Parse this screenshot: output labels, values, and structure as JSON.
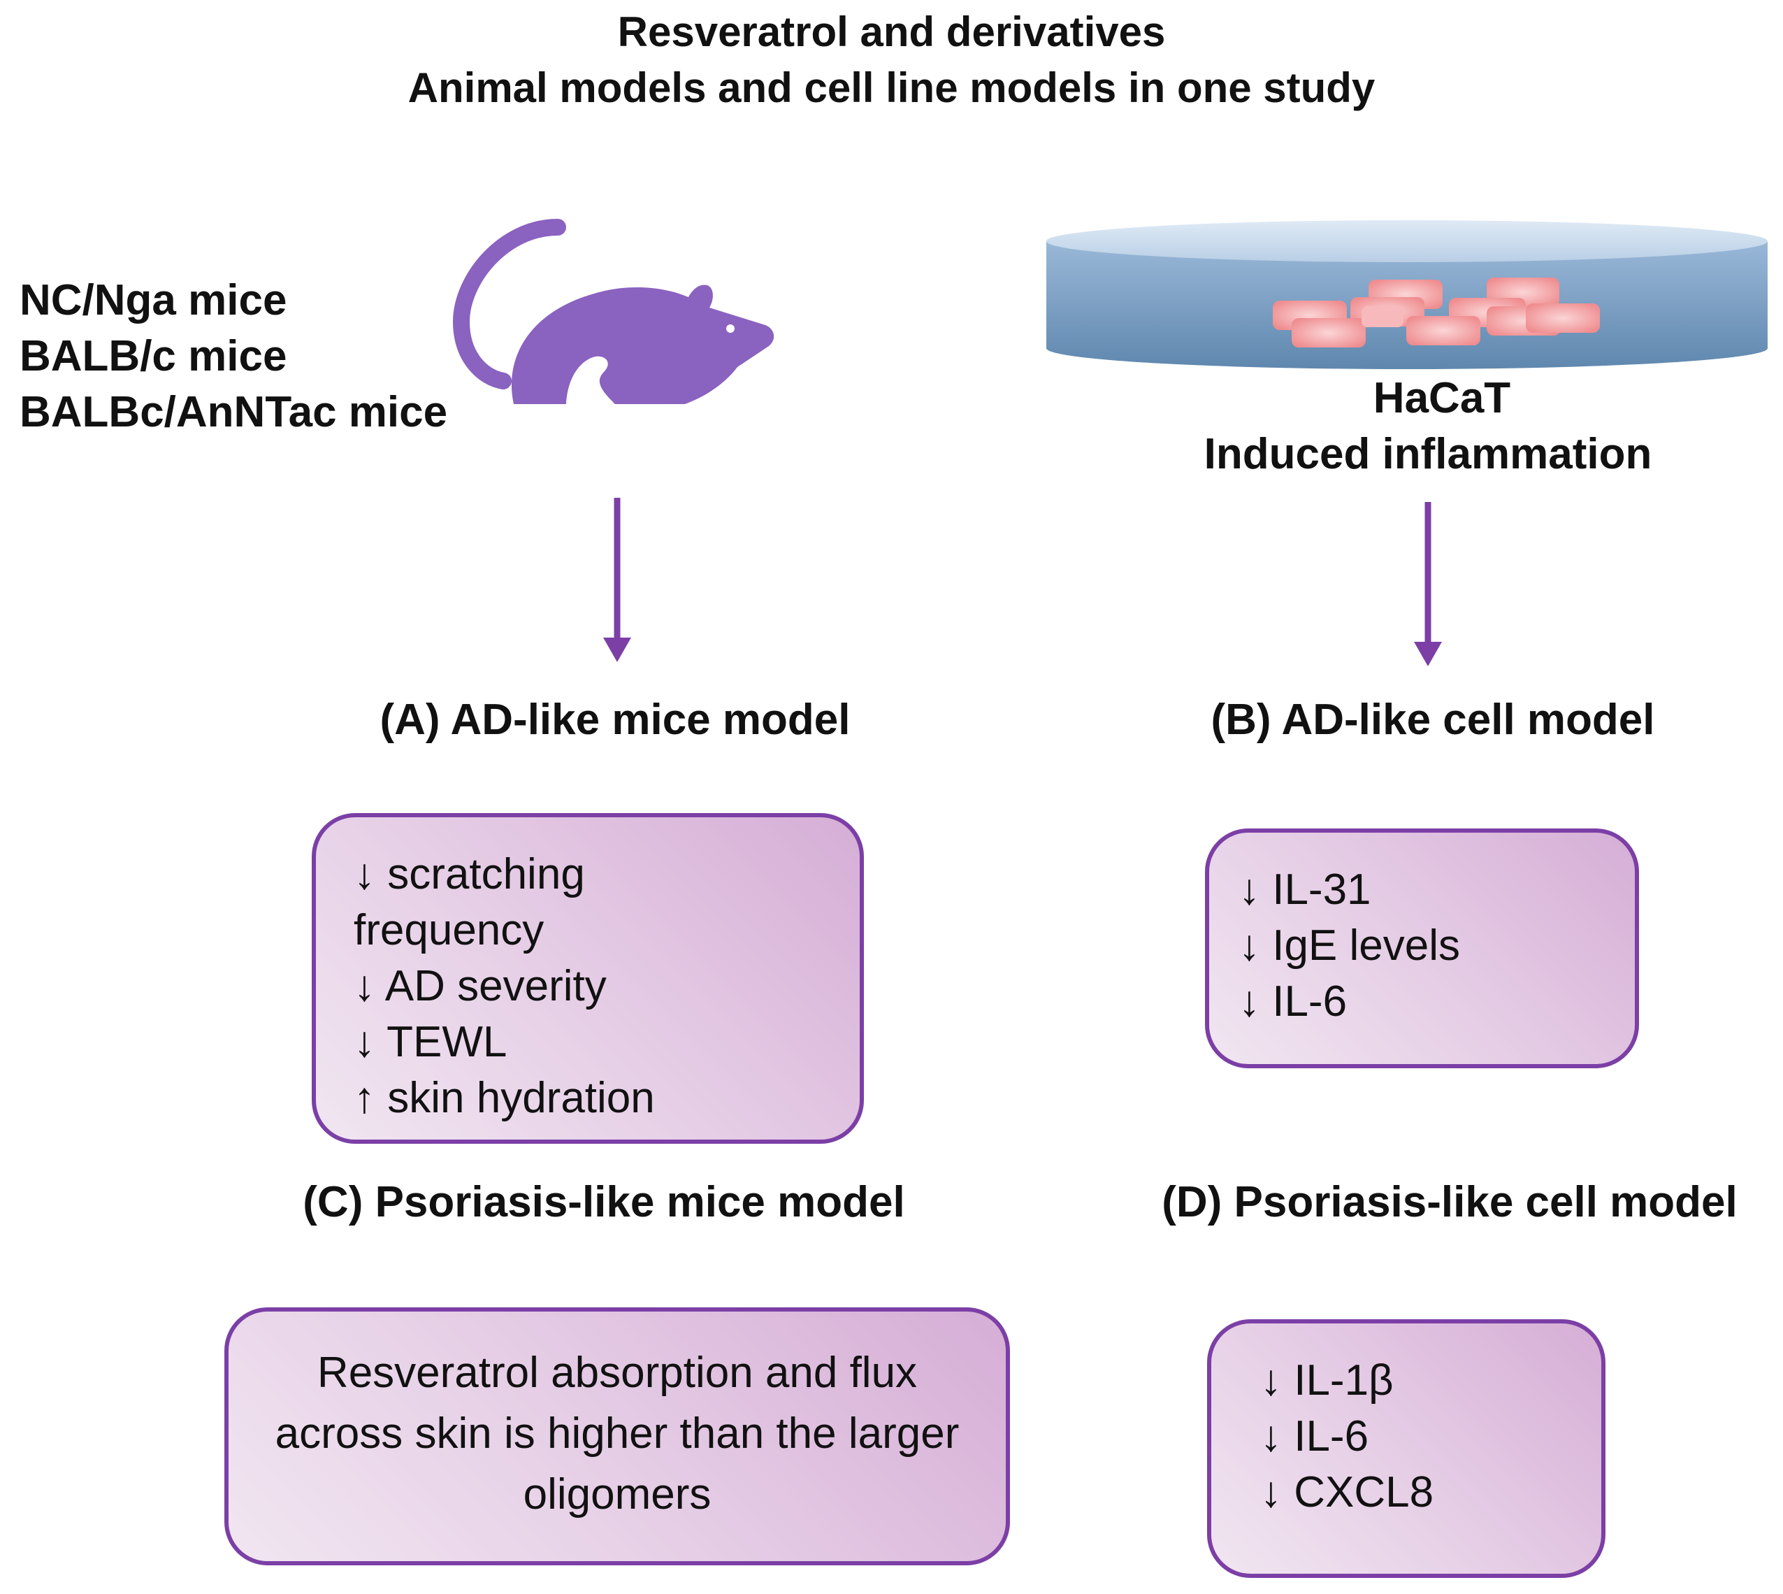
{
  "title": {
    "line1": "Resveratrol and derivatives",
    "line2": "Animal models and cell line models in one study"
  },
  "animal": {
    "strains": [
      "NC/Nga mice",
      "BALB/c mice",
      "BALBc/AnNTac mice"
    ],
    "icon": "mouse-icon"
  },
  "cell": {
    "icon": "petri-dish-icon",
    "line1": "HaCaT",
    "line2": "Induced inflammation"
  },
  "panels": {
    "a": {
      "heading": "(A) AD-like mice model",
      "items": [
        "↓ scratching",
        "frequency",
        "↓ AD severity",
        "↓ TEWL",
        "↑ skin hydration"
      ]
    },
    "b": {
      "heading": "(B) AD-like cell model",
      "items": [
        "↓ IL-31",
        "↓ IgE levels",
        "↓ IL-6"
      ]
    },
    "c": {
      "heading": "(C) Psoriasis-like mice model",
      "lines": [
        "Resveratrol absorption and flux",
        "across skin is higher than the larger",
        "oligomers"
      ]
    },
    "d": {
      "heading": "(D) Psoriasis-like cell model",
      "items": [
        "↓ IL-1β",
        "↓ IL-6",
        "↓ CXCL8"
      ]
    }
  },
  "colors": {
    "accent": "#7b3fa6",
    "mouse": "#8a62bf",
    "box_border": "#7b3fa6",
    "dish_top": "#c9dcef",
    "dish_side": "#6e96bd",
    "cells": "#f28f91"
  }
}
